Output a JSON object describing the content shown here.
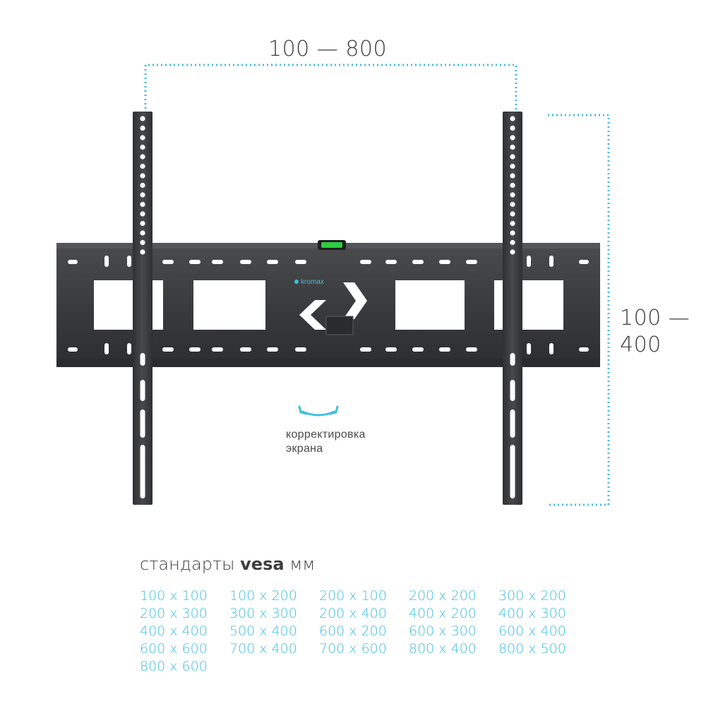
{
  "dimensions": {
    "width_label": "100 — 800",
    "height_label_line1": "100 —",
    "height_label_line2": "400"
  },
  "brand": {
    "logo_text": "kromax"
  },
  "tilt": {
    "caption_line1": "корректировка",
    "caption_line2": "экрана"
  },
  "vesa": {
    "heading_prefix": "стандарты",
    "heading_bold": "vesa",
    "heading_suffix": "мм",
    "sizes": [
      "100 x 100",
      "100 x 200",
      "200 x 100",
      "200 x 200",
      "300 x 200",
      "200 x 300",
      "300 x 300",
      "200 x 400",
      "400 x 200",
      "400 x 300",
      "400 x 400",
      "500 x 400",
      "600 x 200",
      "600 x 300",
      "600 x 400",
      "600 x 600",
      "700 x 400",
      "700 x 600",
      "800 x 400",
      "800 x 500",
      "800 x 600"
    ]
  },
  "colors": {
    "accent": "#3fbfe0",
    "metal": "#3a3b3d",
    "level": "#2ecc40"
  }
}
